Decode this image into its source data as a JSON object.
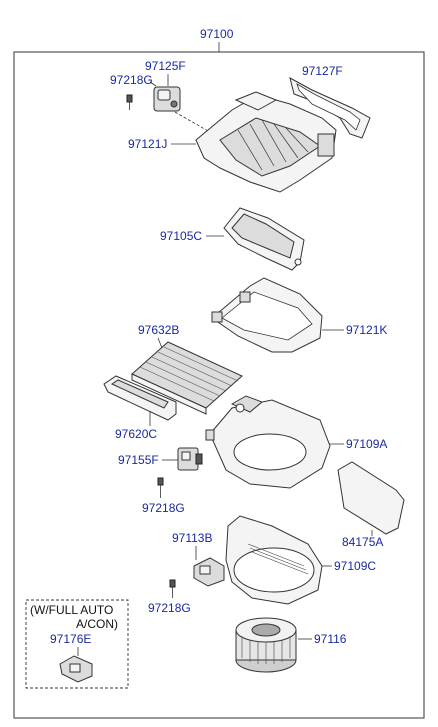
{
  "assembly_number": "97100",
  "callouts": {
    "p97125F": "97125F",
    "p97218G_top": "97218G",
    "p97127F": "97127F",
    "p97121J": "97121J",
    "p97105C": "97105C",
    "p97121K": "97121K",
    "p97632B": "97632B",
    "p97620C": "97620C",
    "p97109A": "97109A",
    "p97155F": "97155F",
    "p97218G_mid": "97218G",
    "p84175A": "84175A",
    "p97113B": "97113B",
    "p97109C": "97109C",
    "p97218G_low": "97218G",
    "p97116": "97116",
    "p97176E": "97176E"
  },
  "option_box": {
    "line1": "(W/FULL AUTO",
    "line2": "A/CON)"
  },
  "colors": {
    "label": "#1a2aa0",
    "line": "#333333"
  }
}
